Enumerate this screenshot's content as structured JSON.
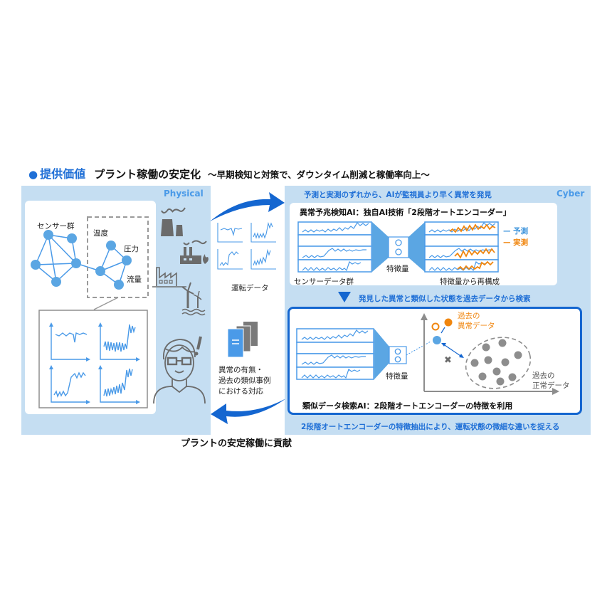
{
  "header": {
    "bullet": "●",
    "key_label": "提供価値",
    "main_title": "プラント稼働の安定化",
    "subtitle": "～早期検知と対策で、ダウンタイム削減と稼働率向上～"
  },
  "physical_panel": {
    "label": "Physical",
    "sensor_group_label": "センサー群",
    "sensor_types": [
      "温度",
      "圧力",
      "流量"
    ],
    "facility_icons": [
      "power-plant-icon",
      "chemical-plant-icon",
      "factory-icon",
      "offshore-wind-icon"
    ],
    "operator_icon": "operator-person-icon"
  },
  "middle": {
    "operating_data_label": "運転データ",
    "response_lines": [
      "異常の有無・",
      "過去の類似事例",
      "における対応"
    ],
    "bottom_caption": "プラントの安定稼働に貢献"
  },
  "cyber_panel": {
    "label": "Cyber",
    "top_heading": "予測と実測のずれから、AIが監視員より早く異常を発見",
    "anomaly_ai": {
      "title": "異常予兆検知AI：独自AI技術「2段階オートエンコーダー」",
      "input_label": "センサーデータ群",
      "feature_label": "特徴量",
      "output_label": "特徴量から再構成",
      "legend": [
        {
          "label": "予測",
          "color": "#3f95dc"
        },
        {
          "label": "実測",
          "color": "#f0860f"
        }
      ]
    },
    "search_heading": "発見した異常と類似した状態を過去データから検索",
    "similar_ai": {
      "feature_label": "特徴量",
      "past_anomaly_label": [
        "過去の",
        "異常データ"
      ],
      "past_normal_label": [
        "過去の",
        "正常データ"
      ],
      "title": "類似データ検索AI：2段階オートエンコーダーの特徴を利用"
    },
    "bottom_caption": "2段階オートエンコーダーの特徴抽出により、運転状態の微細な違いを捉える"
  },
  "colors": {
    "accent_blue": "#1f6fd6",
    "panel_bg": "#c5def2",
    "line_blue": "#4a9ae8",
    "orange": "#f0860f",
    "icon_gray": "#6b6b6b"
  }
}
